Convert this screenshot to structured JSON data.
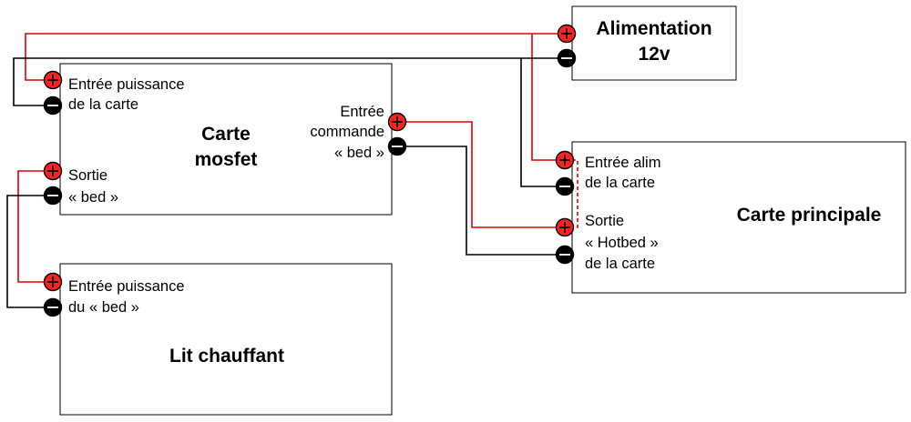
{
  "boxes": {
    "alimentation": {
      "title_line1": "Alimentation",
      "title_line2": "12v"
    },
    "mosfet": {
      "title_line1": "Carte",
      "title_line2": "mosfet"
    },
    "principale": {
      "title": "Carte principale"
    },
    "lit": {
      "title": "Lit chauffant"
    }
  },
  "labels": {
    "mosfet_power_in": [
      "Entrée puissance",
      "de la carte"
    ],
    "mosfet_cmd_in": [
      "Entrée",
      "commande",
      "« bed »"
    ],
    "mosfet_bed_out": [
      "Sortie",
      "« bed »"
    ],
    "lit_power_in": [
      "Entrée puissance",
      "du « bed »"
    ],
    "principale_alim_in": [
      "Entrée alim",
      "de la carte"
    ],
    "principale_hotbed_out": [
      "Sortie",
      "« Hotbed »",
      "de la carte"
    ]
  },
  "colors": {
    "positive": "#ff2020",
    "negative": "#000000",
    "wire_positive": "#e00000",
    "wire_negative": "#000000"
  },
  "icons": {
    "positive_terminal": "plus-terminal-icon",
    "negative_terminal": "minus-terminal-icon"
  }
}
